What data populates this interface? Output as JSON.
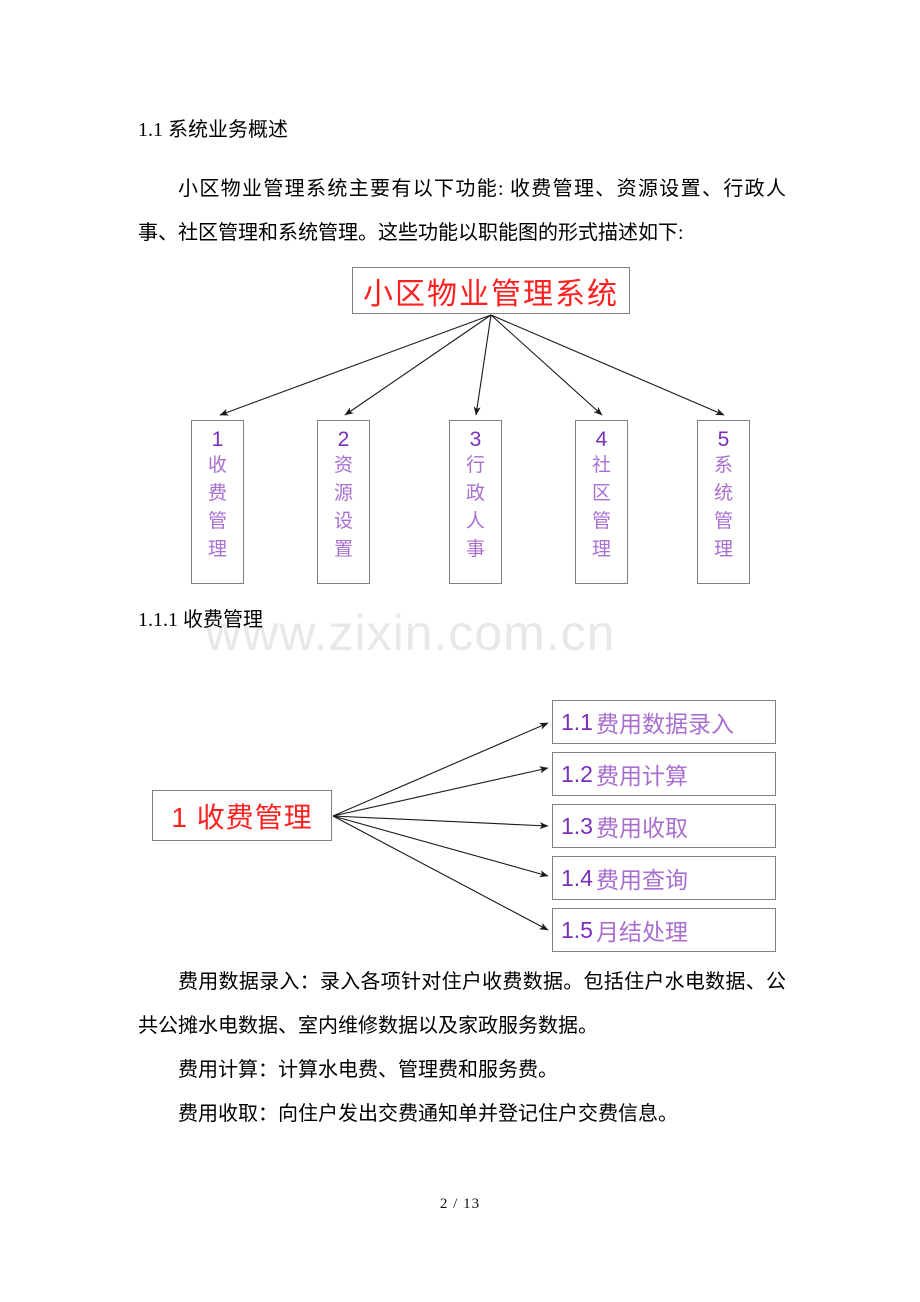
{
  "page": {
    "footer": "2 / 13",
    "watermark": "www.zixin.com.cn"
  },
  "headings": {
    "h1": "1.1 系统业务概述",
    "h2": "1.1.1 收费管理"
  },
  "paragraphs": {
    "intro": "小区物业管理系统主要有以下功能: 收费管理、资源设置、行政人事、社区管理和系统管理。这些功能以职能图的形式描述如下:",
    "body": [
      "费用数据录入：录入各项针对住户收费数据。包括住户水电数据、公共公摊水电数据、室内维修数据以及家政服务数据。",
      "费用计算：计算水电费、管理费和服务费。",
      "费用收取：向住户发出交费通知单并登记住户交费信息。"
    ]
  },
  "diagram_top": {
    "root": "小区物业管理系统",
    "nodes": [
      {
        "num": "1",
        "label": "收费管理",
        "chars": [
          "收",
          "费",
          "管",
          "理"
        ]
      },
      {
        "num": "2",
        "label": "资源设置",
        "chars": [
          "资",
          "源",
          "设",
          "置"
        ]
      },
      {
        "num": "3",
        "label": "行政人事",
        "chars": [
          "行",
          "政",
          "人",
          "事"
        ]
      },
      {
        "num": "4",
        "label": "社区管理",
        "chars": [
          "社",
          "区",
          "管",
          "理"
        ]
      },
      {
        "num": "5",
        "label": "系统管理",
        "chars": [
          "系",
          "统",
          "管",
          "理"
        ]
      }
    ]
  },
  "diagram_bottom": {
    "root": "1  收费管理",
    "nodes": [
      {
        "num": "1.1",
        "label": "费用数据录入"
      },
      {
        "num": "1.2",
        "label": "费用计算"
      },
      {
        "num": "1.3",
        "label": "费用收取"
      },
      {
        "num": "1.4",
        "label": "费用查询"
      },
      {
        "num": "1.5",
        "label": "月结处理"
      }
    ]
  },
  "colors": {
    "root_red": "#ff2020",
    "node_number_purple": "#7b2fbe",
    "node_label_purple": "#a96fd0",
    "box_border": "#808080",
    "watermark_gray": "#e8e8e8"
  }
}
